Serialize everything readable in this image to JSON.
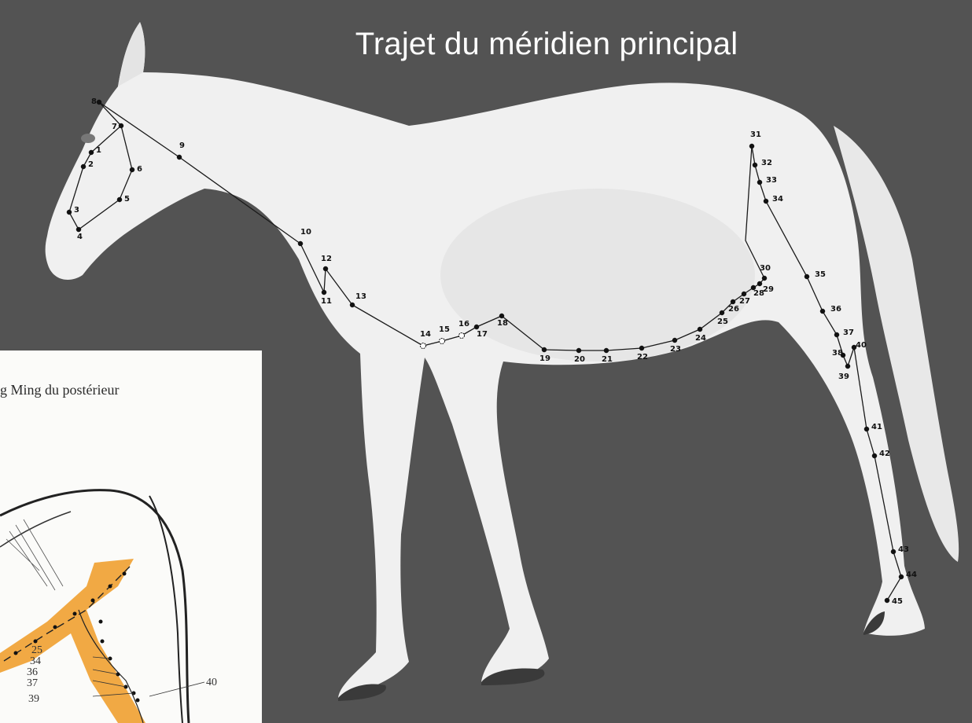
{
  "slide": {
    "title": "Trajet du méridien principal",
    "background_color": "#535353"
  },
  "horse_figure": {
    "points": [
      {
        "n": "1"
      },
      {
        "n": "2"
      },
      {
        "n": "3"
      },
      {
        "n": "4"
      },
      {
        "n": "5"
      },
      {
        "n": "6"
      },
      {
        "n": "7"
      },
      {
        "n": "8"
      },
      {
        "n": "9"
      },
      {
        "n": "10"
      },
      {
        "n": "11"
      },
      {
        "n": "12"
      },
      {
        "n": "13"
      },
      {
        "n": "14"
      },
      {
        "n": "15"
      },
      {
        "n": "16"
      },
      {
        "n": "17"
      },
      {
        "n": "18"
      },
      {
        "n": "19"
      },
      {
        "n": "20"
      },
      {
        "n": "21"
      },
      {
        "n": "22"
      },
      {
        "n": "23"
      },
      {
        "n": "24"
      },
      {
        "n": "25"
      },
      {
        "n": "26"
      },
      {
        "n": "27"
      },
      {
        "n": "28"
      },
      {
        "n": "29"
      },
      {
        "n": "30"
      },
      {
        "n": "31"
      },
      {
        "n": "32"
      },
      {
        "n": "33"
      },
      {
        "n": "34"
      },
      {
        "n": "35"
      },
      {
        "n": "36"
      },
      {
        "n": "37"
      },
      {
        "n": "38"
      },
      {
        "n": "39"
      },
      {
        "n": "40"
      },
      {
        "n": "41"
      },
      {
        "n": "42"
      },
      {
        "n": "43"
      },
      {
        "n": "44"
      },
      {
        "n": "45"
      }
    ]
  },
  "inset": {
    "caption": "g Ming du postérieur",
    "labels": [
      "25",
      "34",
      "36",
      "37",
      "39",
      "40"
    ],
    "meridian_color": "#f0a030"
  }
}
